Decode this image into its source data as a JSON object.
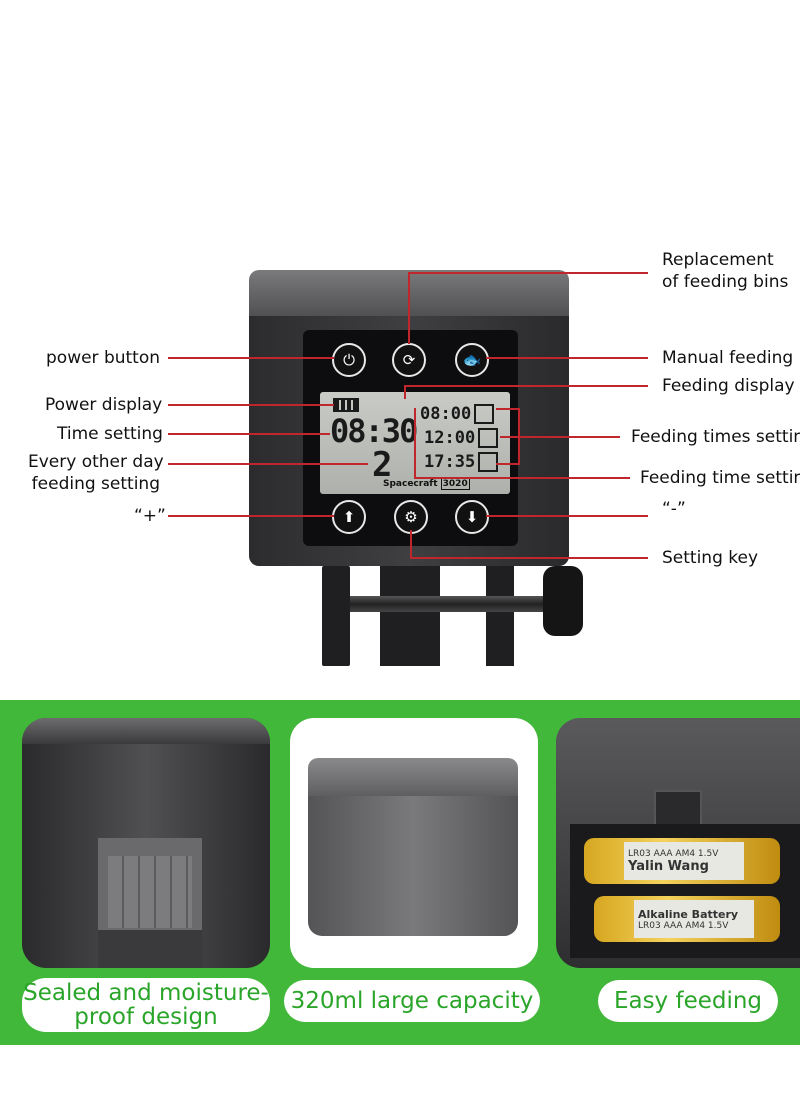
{
  "callouts": {
    "replacement": [
      "Replacement",
      "of feeding bins"
    ],
    "power_button": "power button",
    "manual_feeding": "Manual feeding",
    "feeding_display": "Feeding display",
    "power_display": "Power display",
    "time_setting": "Time setting",
    "feeding_times_setting": "Feeding times settin",
    "every_other_day": [
      "Every other day",
      "feeding setting"
    ],
    "feeding_time_setting": "Feeding time settin",
    "plus": "“+”",
    "minus": "“-”",
    "setting_key": "Setting key"
  },
  "lcd": {
    "clock": "08:30",
    "day": "2",
    "times": [
      "08:00",
      "12:00",
      "17:35"
    ],
    "brand": "Spacecraft",
    "model": "3020"
  },
  "features": [
    {
      "label": [
        "Sealed and moisture-",
        "proof design"
      ]
    },
    {
      "label": [
        "320ml large capacity"
      ]
    },
    {
      "label": [
        "Easy feeding"
      ]
    }
  ],
  "batteries": {
    "top": "Yalin Wang",
    "top_line": "LR03 AAA AM4 1.5V",
    "bottom": "Alkaline Battery",
    "bottom_line": "LR03 AAA AM4 1.5V"
  },
  "colors": {
    "accent_line": "#c0262b",
    "band_green": "#41b83a",
    "pill_text": "#2aa52a"
  },
  "icons": [
    "power-icon",
    "bin-rotate-icon",
    "fish-icon",
    "up-arrow-icon",
    "gear-icon",
    "down-arrow-icon",
    "battery-icon"
  ]
}
